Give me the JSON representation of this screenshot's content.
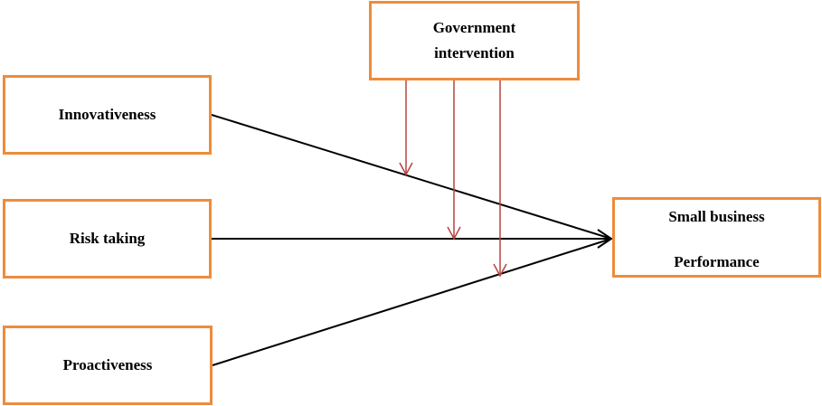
{
  "colors": {
    "box_border": "#ed8c3c",
    "main_arrow": "#000000",
    "moderator_arrow": "#b5443e"
  },
  "nodes": {
    "innovativeness": "Innovativeness",
    "risk_taking": "Risk taking",
    "proactiveness": "Proactiveness",
    "government_line1": "Government",
    "government_line2": "intervention",
    "performance_line1": "Small business",
    "performance_line2": "Performance"
  },
  "edges": [
    {
      "from": "Innovativeness",
      "to": "Small business Performance"
    },
    {
      "from": "Risk taking",
      "to": "Small business Performance"
    },
    {
      "from": "Proactiveness",
      "to": "Small business Performance"
    }
  ],
  "moderators": [
    {
      "from": "Government intervention",
      "moderates": "Innovativeness -> Small business Performance"
    },
    {
      "from": "Government intervention",
      "moderates": "Risk taking -> Small business Performance"
    },
    {
      "from": "Government intervention",
      "moderates": "Proactiveness -> Small business Performance"
    }
  ]
}
